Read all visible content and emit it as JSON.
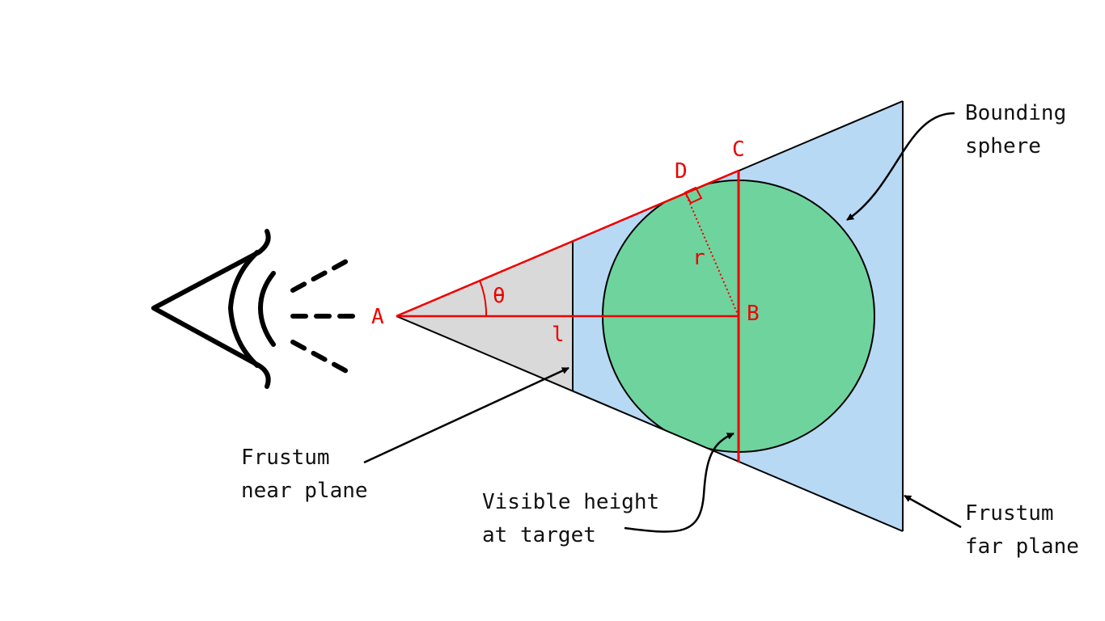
{
  "colors": {
    "far_region": "#b8d9f4",
    "near_region": "#d9d9d9",
    "sphere": "#6fd39e",
    "construction": "#ee0000",
    "outline": "#000000"
  },
  "points": {
    "a": "A",
    "b": "B",
    "c": "C",
    "d": "D"
  },
  "symbols": {
    "angle": "θ",
    "distance": "l",
    "radius": "r"
  },
  "annotations": {
    "bounding_sphere": [
      "Bounding",
      "sphere"
    ],
    "near_plane": [
      "Frustum",
      "near plane"
    ],
    "visible_height": [
      "Visible height",
      "at target"
    ],
    "far_plane": [
      "Frustum",
      "far plane"
    ]
  },
  "icons": {
    "viewer": "eye-icon"
  }
}
